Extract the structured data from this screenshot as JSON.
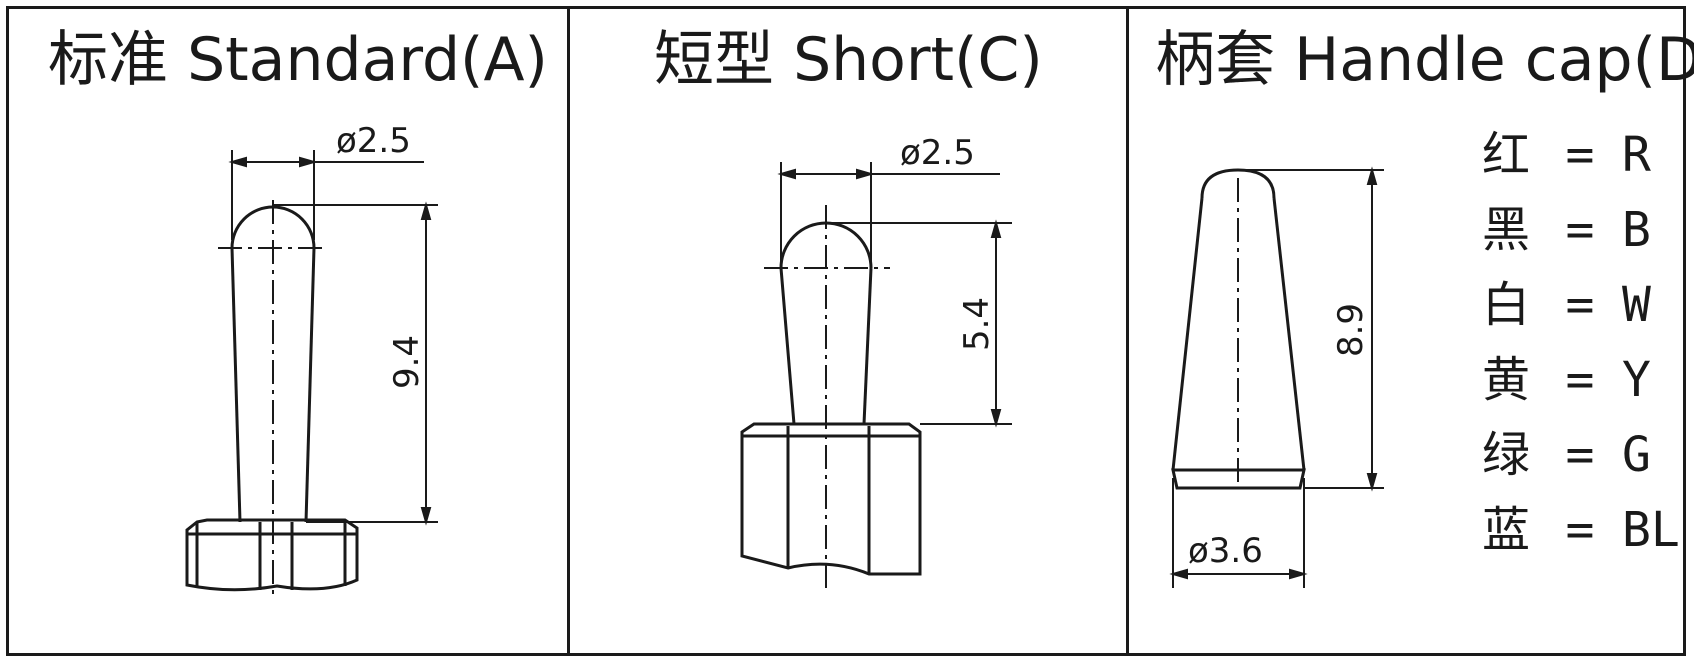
{
  "panels": [
    {
      "title": "标准 Standard(A)",
      "dimensions": {
        "diameter": "ø2.5",
        "height": "9.4"
      }
    },
    {
      "title": "短型 Short(C)",
      "dimensions": {
        "diameter": "ø2.5",
        "height": "5.4"
      }
    },
    {
      "title": "柄套 Handle cap(D)",
      "dimensions": {
        "height": "8.9",
        "diameter": "ø3.6"
      }
    }
  ],
  "legend": [
    {
      "cn": "红",
      "eq": "=",
      "code": "R"
    },
    {
      "cn": "黑",
      "eq": "=",
      "code": "B"
    },
    {
      "cn": "白",
      "eq": "=",
      "code": "W"
    },
    {
      "cn": "黄",
      "eq": "=",
      "code": "Y"
    },
    {
      "cn": "绿",
      "eq": "=",
      "code": "G"
    },
    {
      "cn": "蓝",
      "eq": "=",
      "code": "BL"
    }
  ],
  "colors": {
    "line": "#1a1a1a",
    "background": "#ffffff"
  }
}
